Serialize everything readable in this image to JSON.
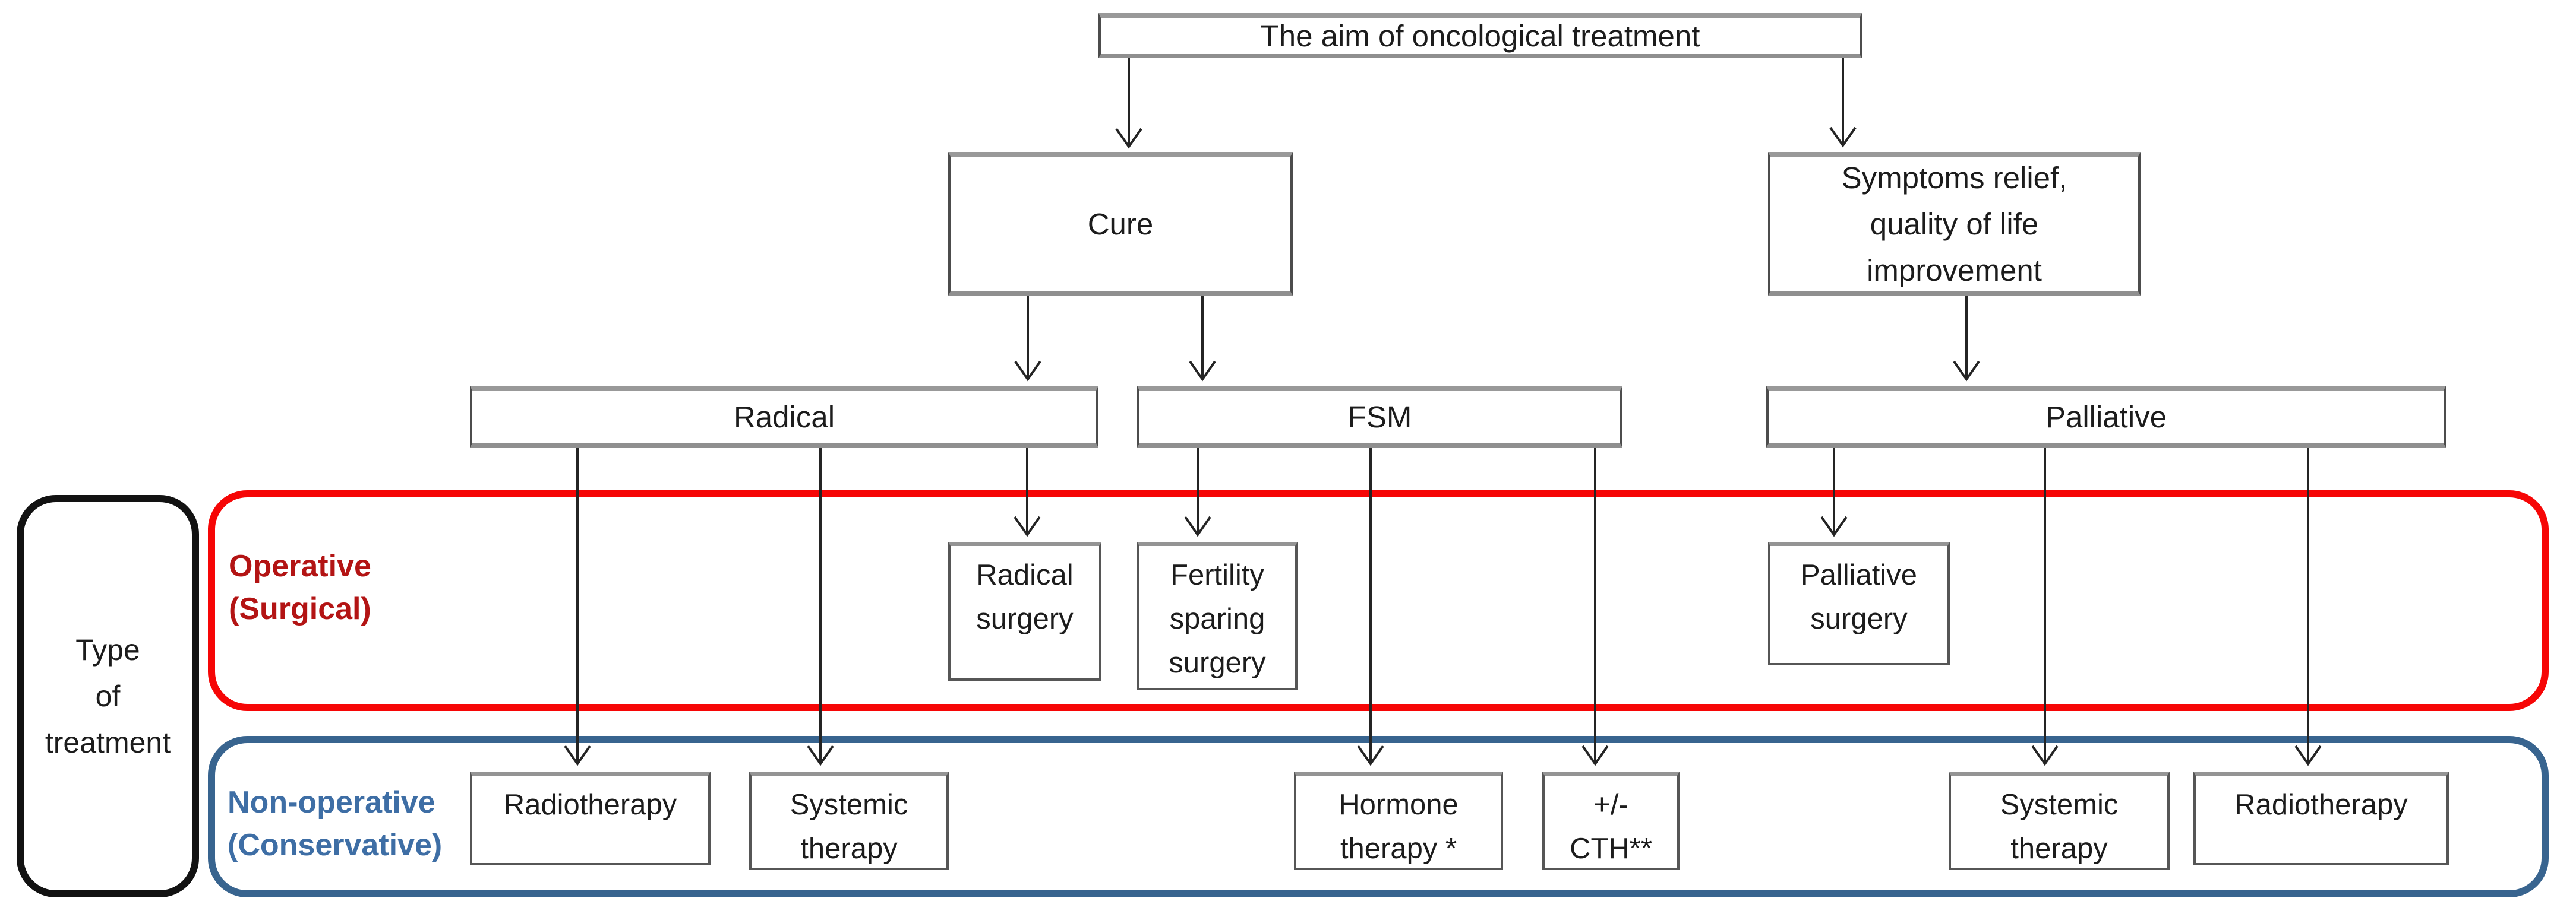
{
  "figure_title": "The aim of oncological treatment",
  "nodes": {
    "aim": {
      "label": "The aim of oncological treatment"
    },
    "cure": {
      "label": "Cure"
    },
    "symptoms": {
      "label": "Symptoms relief,\nquality of life\nimprovement"
    },
    "radical": {
      "label": "Radical"
    },
    "fsm": {
      "label": "FSM"
    },
    "palliative": {
      "label": "Palliative"
    },
    "radical_surgery": {
      "label": "Radical\nsurgery"
    },
    "fertility_sparing_surgery": {
      "label": "Fertility\nsparing\nsurgery"
    },
    "palliative_surgery": {
      "label": "Palliative\nsurgery"
    },
    "radiotherapy_left": {
      "label": "Radiotherapy"
    },
    "systemic_therapy_left": {
      "label": "Systemic\ntherapy"
    },
    "hormone_therapy": {
      "label": "Hormone\ntherapy *"
    },
    "cth": {
      "label": "+/-\nCTH**"
    },
    "systemic_therapy_right": {
      "label": "Systemic\ntherapy"
    },
    "radiotherapy_right": {
      "label": "Radiotherapy"
    }
  },
  "groups": {
    "type_of_treatment": {
      "label": "Type\nof\ntreatment"
    },
    "operative": {
      "label": "Operative\n(Surgical)"
    },
    "non_operative": {
      "label": "Non-operative\n(Conservative)"
    }
  },
  "edges": [
    {
      "from": "aim",
      "to": "cure"
    },
    {
      "from": "aim",
      "to": "symptoms"
    },
    {
      "from": "cure",
      "to": "radical"
    },
    {
      "from": "cure",
      "to": "fsm"
    },
    {
      "from": "symptoms",
      "to": "palliative"
    },
    {
      "from": "radical",
      "to": "radiotherapy_left"
    },
    {
      "from": "radical",
      "to": "systemic_therapy_left"
    },
    {
      "from": "radical",
      "to": "radical_surgery"
    },
    {
      "from": "fsm",
      "to": "fertility_sparing_surgery"
    },
    {
      "from": "fsm",
      "to": "hormone_therapy"
    },
    {
      "from": "fsm",
      "to": "cth"
    },
    {
      "from": "palliative",
      "to": "palliative_surgery"
    },
    {
      "from": "palliative",
      "to": "systemic_therapy_right"
    },
    {
      "from": "palliative",
      "to": "radiotherapy_right"
    }
  ],
  "colors": {
    "operative_border": "#f60606",
    "operative_text": "#b31414",
    "non_operative_border": "#38648f",
    "non_operative_text": "#3e6ea5",
    "type_border": "#121212",
    "node_border": "#4c4c4c",
    "arrow": "#242424",
    "text": "#1c1c1c",
    "background": "#ffffff"
  }
}
